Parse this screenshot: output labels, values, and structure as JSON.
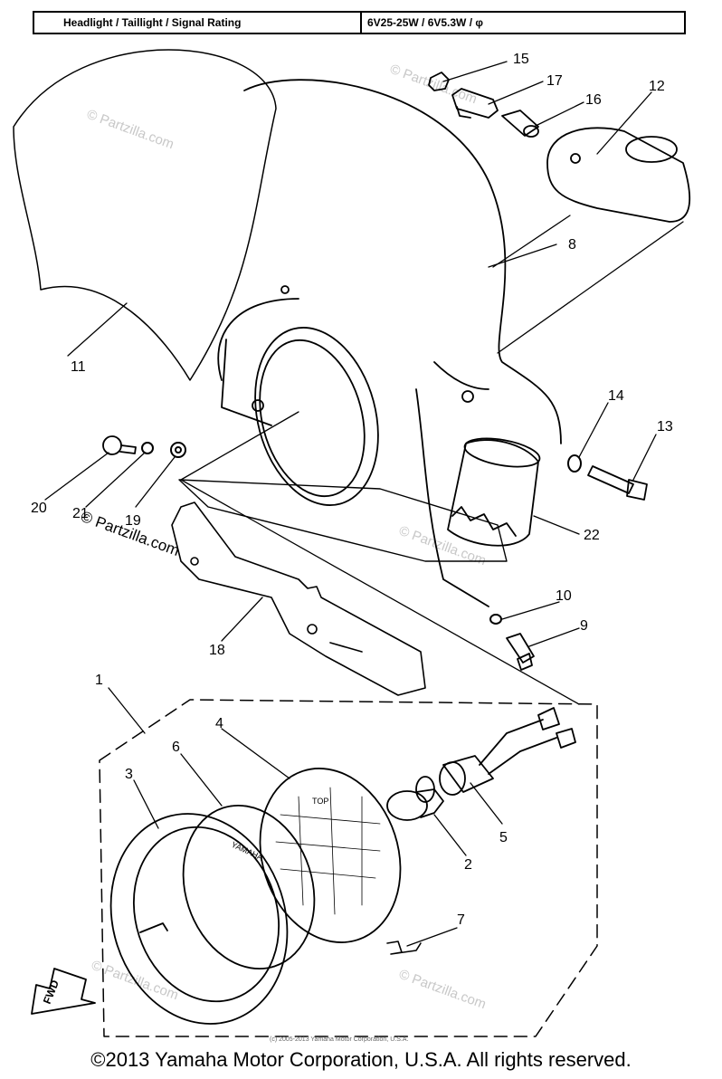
{
  "spec": {
    "label": "Headlight / Taillight / Signal Rating",
    "value": "6V25-25W / 6V5.3W / φ"
  },
  "callouts": [
    "15",
    "17",
    "16",
    "12",
    "8",
    "11",
    "14",
    "13",
    "20",
    "21",
    "19",
    "22",
    "10",
    "9",
    "18",
    "1",
    "4",
    "6",
    "3",
    "5",
    "2",
    "7"
  ],
  "watermark": "© Partzilla.com",
  "fwd_label": "FWD",
  "lens_top_label": "TOP",
  "rim_brand_label": "YAMAHA",
  "copyright_small": "(c) 2005-2013 Yamaha Motor Corporation, U.S.A.",
  "copyright": "©2013 Yamaha Motor Corporation, U.S.A. All rights reserved."
}
